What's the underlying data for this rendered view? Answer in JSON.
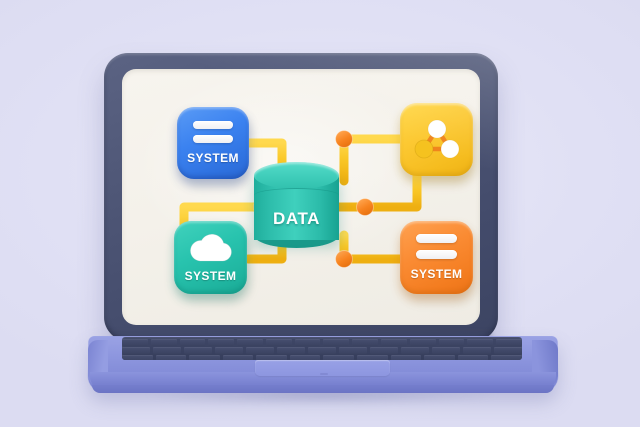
{
  "scene": {
    "title": "Laptop showing a data integration diagram",
    "background_color": "#e3e3f6"
  },
  "device": {
    "name": "laptop",
    "bezel_color": "#4a5172",
    "screen_color": "#f4f1ea",
    "base_color": "#8e97df",
    "key_color": "#3d4566"
  },
  "diagram": {
    "center_node": {
      "label": "DATA",
      "type": "database-cylinder",
      "color": "#2dbdab"
    },
    "nodes": [
      {
        "id": "node-blue",
        "label": "SYSTEM",
        "icon": "document-lines-icon",
        "color": "#3b82f0",
        "position": "top-left"
      },
      {
        "id": "node-yellow",
        "label": "",
        "icon": "network-nodes-icon",
        "color": "#fcc933",
        "position": "top-right"
      },
      {
        "id": "node-teal",
        "label": "SYSTEM",
        "icon": "cloud-icon",
        "color": "#28c3ae",
        "position": "bottom-left"
      },
      {
        "id": "node-orange",
        "label": "SYSTEM",
        "icon": "document-lines-icon",
        "color": "#fa8b33",
        "position": "bottom-right"
      }
    ],
    "connector": {
      "pipe_color": "#fac828",
      "junction_color": "#f7831f",
      "junction_count": 4
    }
  }
}
